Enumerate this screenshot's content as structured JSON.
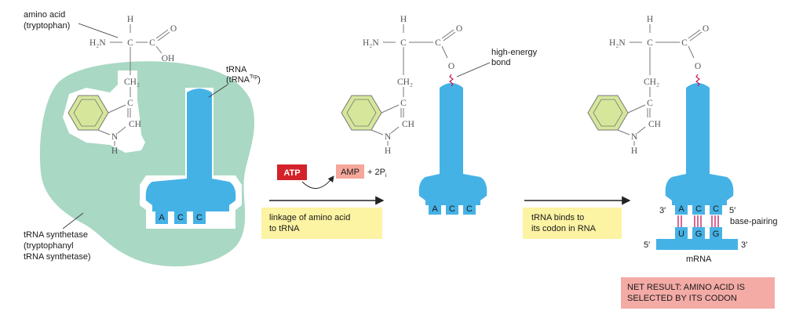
{
  "labels": {
    "amino_acid": [
      "amino acid",
      "(tryptophan)"
    ],
    "trna": "tRNA",
    "trna_trp": "(tRNA",
    "trna_trp_sup": "Trp",
    "trna_trp_close": ")",
    "synthetase": [
      "tRNA synthetase",
      "(tryptophanyl",
      "tRNA synthetase)"
    ],
    "high_energy_bond": [
      "high-energy",
      "bond"
    ],
    "base_pairing": "base-pairing",
    "mrna": "mRNA",
    "prime3": "3′",
    "prime5": "5′"
  },
  "chem": {
    "H": "H",
    "H2N": "H₂N",
    "C": "C",
    "O": "O",
    "OH": "OH",
    "CH2": "CH₂",
    "CH": "CH",
    "N": "N"
  },
  "anticodon": [
    "A",
    "C",
    "C"
  ],
  "codon": [
    "U",
    "G",
    "G"
  ],
  "reaction": {
    "atp": "ATP",
    "amp": "AMP",
    "plus_pi": "+ 2P",
    "pi_sub": "i"
  },
  "boxes": {
    "step1": [
      "linkage of amino acid",
      "to tRNA"
    ],
    "step2": [
      "tRNA binds to",
      "its codon in RNA"
    ],
    "result": [
      "NET RESULT: AMINO ACID  IS",
      "SELECTED BY ITS CODON"
    ]
  },
  "colors": {
    "trna": "#45b2e6",
    "synthetase": "#a9d8c4",
    "ring": "#d6e79b",
    "atp": "#d3222a",
    "amp": "#f4a79a",
    "step_box": "#fcf3a3",
    "result_box": "#f4aba6",
    "hbond": "#c2185b"
  }
}
